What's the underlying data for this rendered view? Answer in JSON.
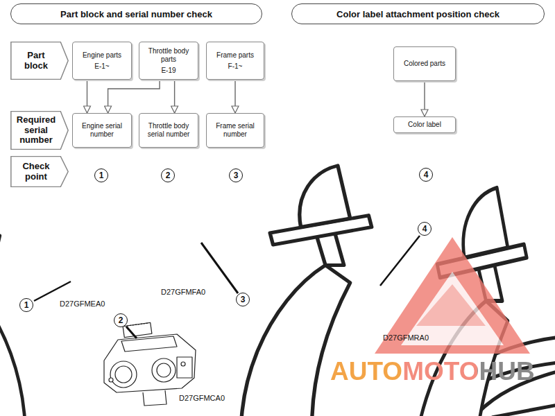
{
  "diagram": {
    "nodes": [
      {
        "text": [
          "Part block and serial number check"
        ]
      },
      {
        "text": [
          "Color label attachment position check"
        ]
      },
      {
        "text": [
          "Part block"
        ]
      },
      {
        "text": [
          "Engine parts",
          "E-1~"
        ]
      },
      {
        "text": [
          "Throttle body parts",
          "E-19"
        ]
      },
      {
        "text": [
          "Frame parts",
          "F-1~"
        ]
      },
      {
        "text": [
          "Required serial number"
        ]
      },
      {
        "text": [
          "Engine serial number"
        ]
      },
      {
        "text": [
          "Throttle body serial number"
        ]
      },
      {
        "text": [
          "Frame serial number"
        ]
      },
      {
        "text": [
          "Check point"
        ]
      },
      {
        "text": [
          "Colored parts"
        ]
      },
      {
        "text": [
          "Color label"
        ]
      }
    ],
    "edges": [
      {
        "from": 3,
        "to": 7,
        "arrow": "to"
      },
      {
        "from": 4,
        "to": 7,
        "arrow": "to"
      },
      {
        "from": 4,
        "to": 8,
        "arrow": "to"
      },
      {
        "from": 5,
        "to": 9,
        "arrow": "to"
      },
      {
        "from": 11,
        "to": 12,
        "arrow": "to"
      }
    ],
    "labels": [
      "1",
      "2",
      "3",
      "4",
      "1",
      "D27GFMEA0",
      "3",
      "D27GFMFA0",
      "2",
      "D27GFMCA0",
      "4",
      "D27GFMRA0",
      "AUTOMOTOHUB"
    ]
  }
}
